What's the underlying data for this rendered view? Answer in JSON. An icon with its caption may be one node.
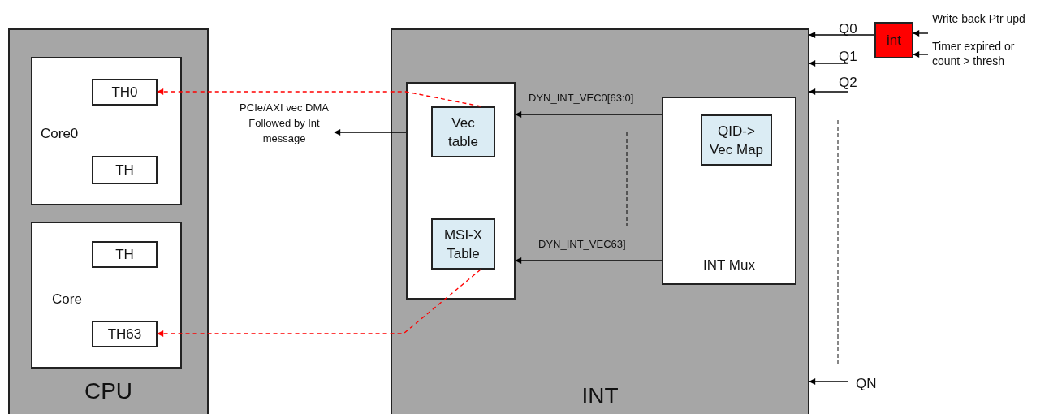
{
  "diagram": {
    "nodes": [
      {
        "text": [
          "CPU"
        ]
      },
      {
        "text": [
          "Core0"
        ],
        "in": 0
      },
      {
        "text": [
          "TH0"
        ],
        "in": 1
      },
      {
        "text": [
          "TH"
        ],
        "in": 1
      },
      {
        "text": [
          "Core"
        ],
        "in": 0
      },
      {
        "text": [
          "TH"
        ],
        "in": 4
      },
      {
        "text": [
          "TH63"
        ],
        "in": 4
      },
      {
        "text": [
          "INT"
        ]
      },
      {
        "text": [],
        "shape": "box",
        "in": 7
      },
      {
        "text": [
          "Vec table"
        ],
        "in": 8
      },
      {
        "text": [
          "MSI-X Table"
        ],
        "in": 8
      },
      {
        "text": [
          "INT Mux"
        ],
        "in": 7
      },
      {
        "text": [
          "QID-> Vec Map"
        ],
        "in": 11
      },
      {
        "text": [
          "int"
        ]
      },
      {
        "text": [
          "PCIe/AXI vec DMA Followed by Int message"
        ]
      }
    ],
    "edges": [
      {
        "from": 8,
        "to": 14,
        "arrow": "to"
      },
      {
        "from": 9,
        "to": 2,
        "arrow": "to",
        "style": "dashed",
        "color": "#ff0000"
      },
      {
        "from": 10,
        "to": 6,
        "arrow": "to",
        "style": "dashed",
        "color": "#ff0000"
      },
      {
        "from": 11,
        "to": 8,
        "arrow": "to",
        "label": "DYN_INT_VEC0[63:0]"
      },
      {
        "from": 11,
        "to": 8,
        "arrow": "to",
        "label": "DYN_INT_VEC63]"
      },
      {
        "from": 13,
        "to": 7,
        "arrow": "to",
        "label": "Q0"
      },
      {
        "from": null,
        "to": 7,
        "arrow": "to",
        "label": "Q1"
      },
      {
        "from": null,
        "to": 7,
        "arrow": "to",
        "label": "Q2"
      },
      {
        "from": null,
        "to": 7,
        "arrow": "to",
        "label": "QN"
      },
      {
        "from": null,
        "to": 13,
        "arrow": "to",
        "label": "Write back Ptr upd"
      },
      {
        "from": null,
        "to": 13,
        "arrow": "to",
        "label": "Timer expired or count > thresh"
      }
    ]
  }
}
